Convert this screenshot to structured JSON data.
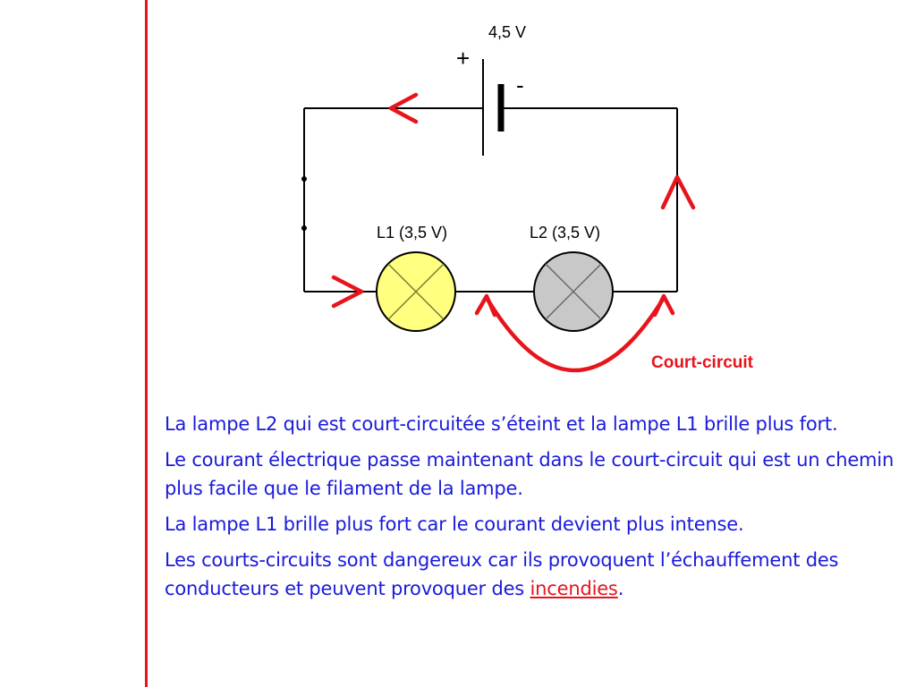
{
  "diagram": {
    "battery": {
      "voltage": "4,5 V",
      "plus": "+",
      "minus": "-"
    },
    "lamp1": {
      "label": "L1 (3,5 V)",
      "color": "#ffff80"
    },
    "lamp2": {
      "label": "L2 (3,5 V)",
      "color": "#c8c8c8"
    },
    "short_circuit_label": "Court-circuit",
    "current_color": "#e8141c"
  },
  "paragraphs": [
    {
      "text": "La lampe L2 qui est court-circuitée s’éteint et la lampe L1 brille plus fort."
    },
    {
      "text": "Le courant électrique passe maintenant dans le court-circuit qui est un chemin plus facile que le filament de la lampe."
    },
    {
      "text": "La lampe L1 brille plus fort car le courant devient plus intense."
    },
    {
      "text_before": "Les courts-circuits sont dangereux car ils provoquent l’échauffement des conducteurs et peuvent provoquer des ",
      "highlight": "incendies",
      "text_after": "."
    }
  ]
}
